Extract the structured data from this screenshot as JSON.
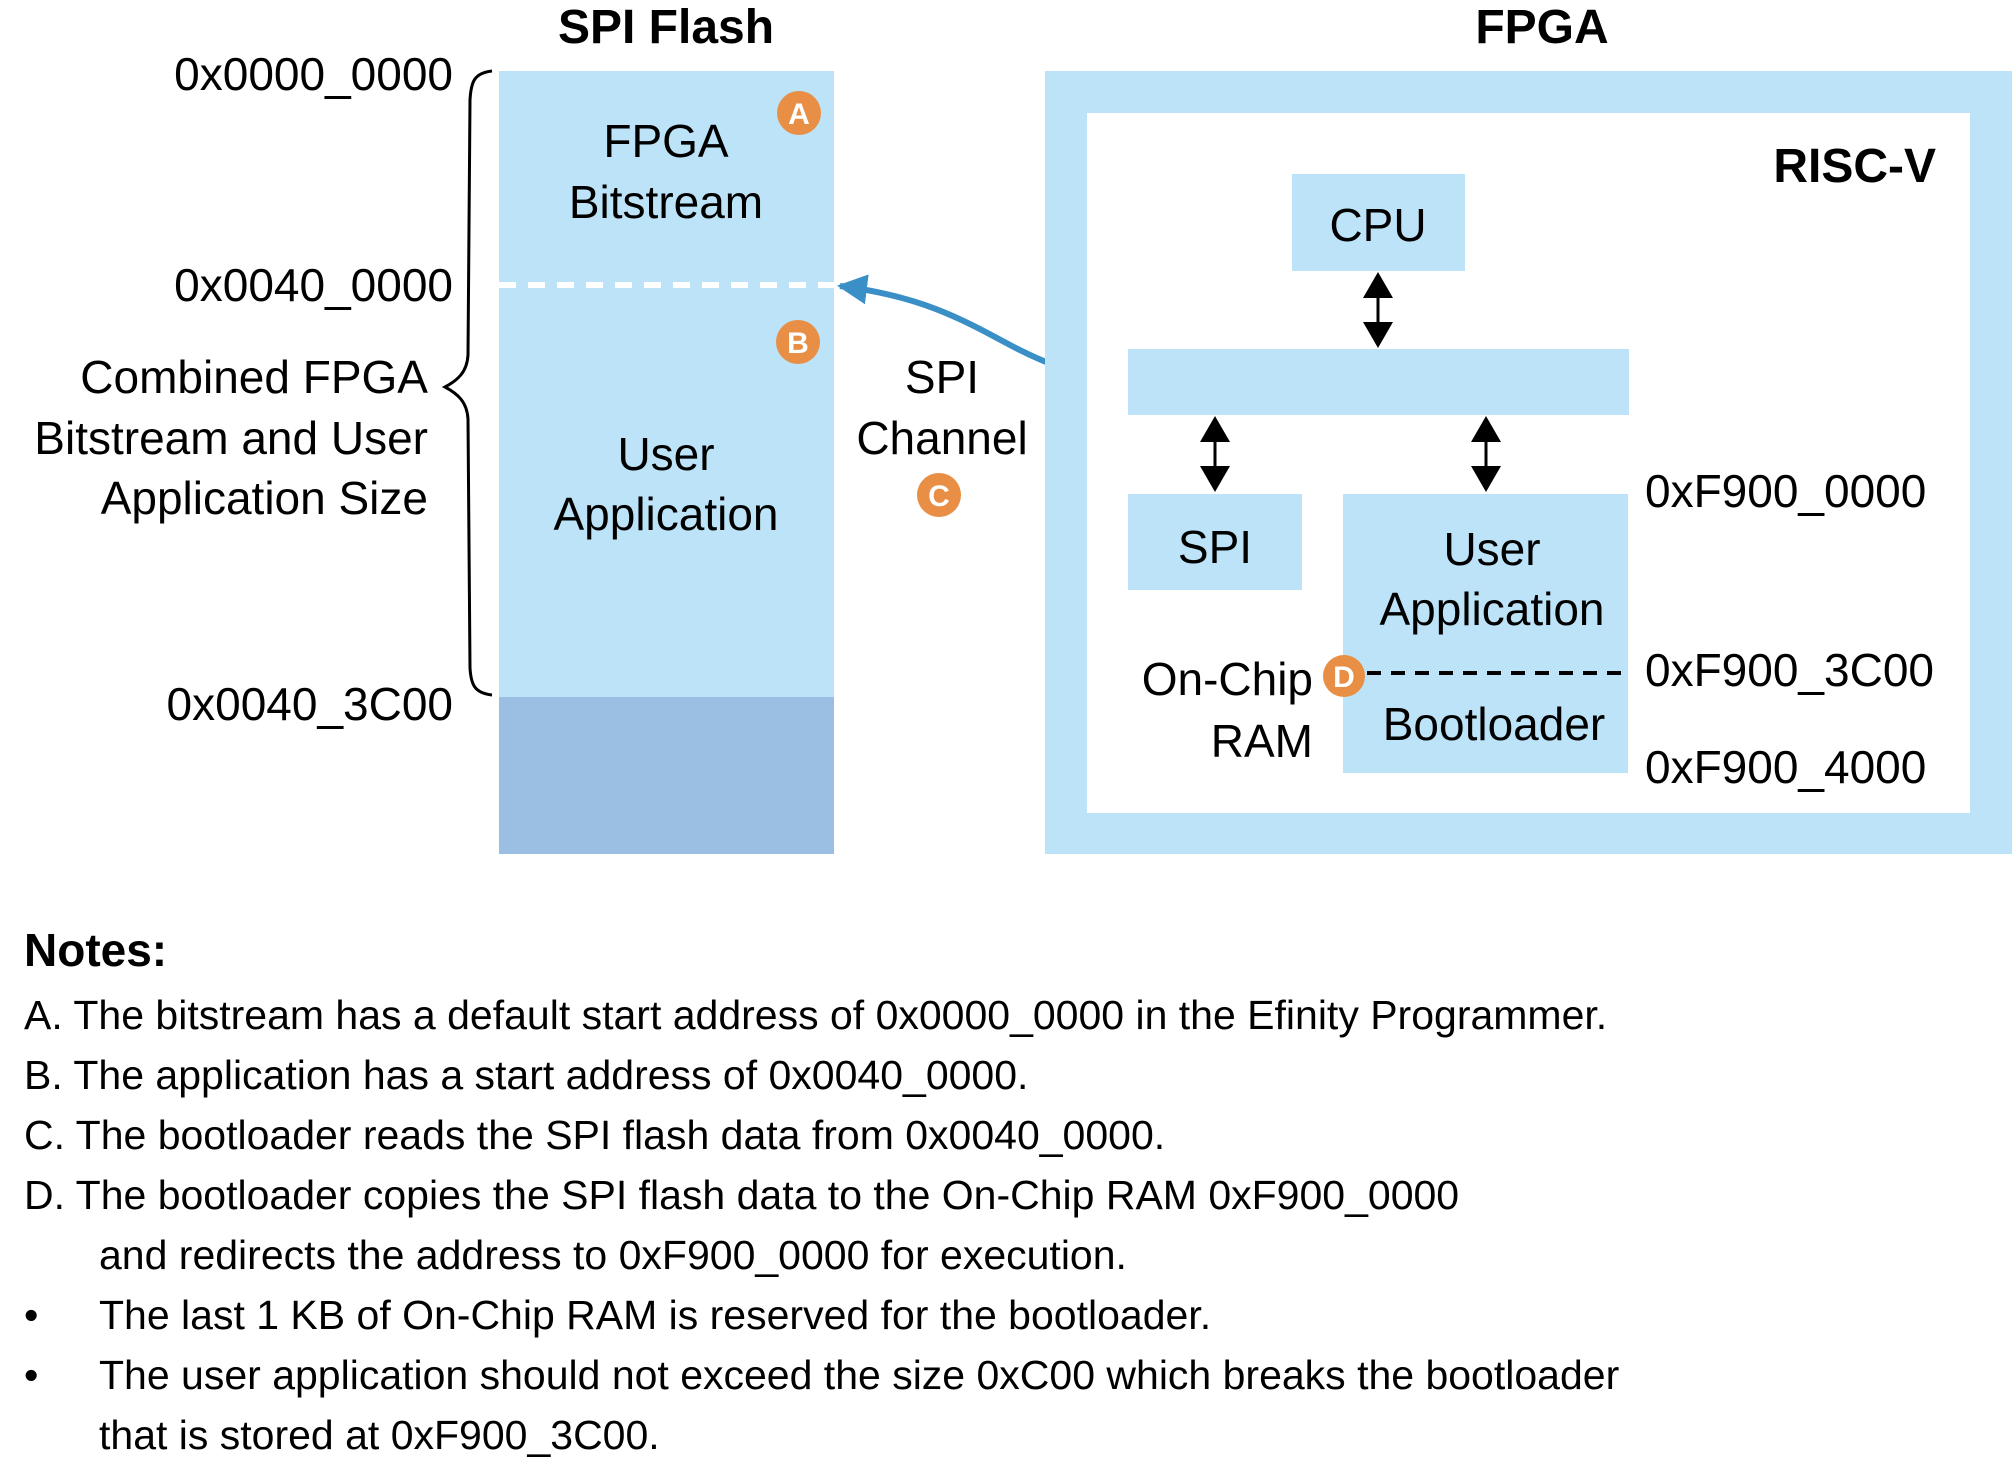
{
  "colors": {
    "block_fill": "#bce3f8",
    "reserved_fill": "#9bbfe3",
    "badge": "#e88f45",
    "spi_arrow": "#3a8fc6",
    "text": "#000000"
  },
  "spi_flash": {
    "title": "SPI Flash",
    "addresses": {
      "start": "0x0000_0000",
      "app_start": "0x0040_0000",
      "end": "0x0040_3C00"
    },
    "bitstream_label": [
      "FPGA",
      "Bitstream"
    ],
    "user_app_label": [
      "User",
      "Application"
    ],
    "brace_label": [
      "Combined FPGA",
      "Bitstream and User",
      "Application Size"
    ],
    "badges": {
      "bitstream": "A",
      "user_app": "B"
    }
  },
  "channel": {
    "label": [
      "SPI",
      "Channel"
    ],
    "badge": "C"
  },
  "fpga": {
    "title": "FPGA",
    "riscv_label": "RISC-V",
    "cpu_label": "CPU",
    "spi_label": "SPI",
    "ram_label": [
      "On-Chip",
      "RAM"
    ],
    "ram_user_app_label": [
      "User",
      "Application"
    ],
    "bootloader_label": "Bootloader",
    "badge": "D",
    "addresses": {
      "ram_start": "0xF900_0000",
      "bootloader_start": "0xF900_3C00",
      "ram_end": "0xF900_4000"
    }
  },
  "notes": {
    "heading": "Notes:",
    "lines": [
      "A. The bitstream has a default start address of 0x0000_0000 in the Efinity Programmer.",
      "B. The application has a start address of 0x0040_0000.",
      "C. The bootloader reads the SPI flash data from 0x0040_0000.",
      "D. The bootloader copies the SPI flash data to the On-Chip RAM 0xF900_0000",
      "and redirects the address to 0xF900_0000 for execution."
    ],
    "bullet_symbol": "•",
    "bullets": [
      "The last 1 KB of On-Chip RAM is reserved for the bootloader.",
      "The user application should not exceed the size 0xC00 which breaks the bootloader",
      "that is stored at 0xF900_3C00."
    ]
  }
}
